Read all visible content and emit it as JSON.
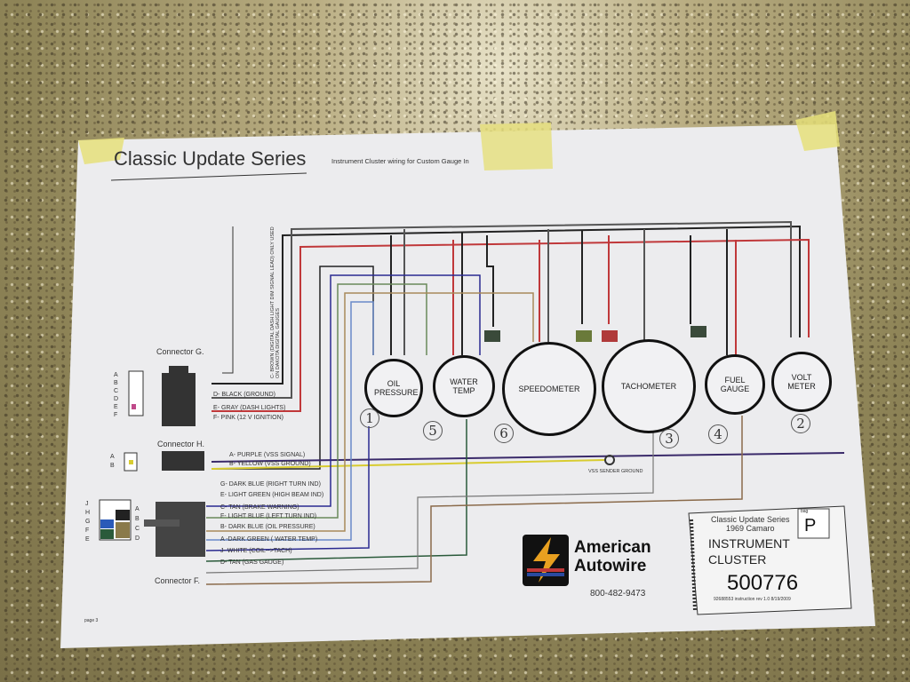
{
  "header": {
    "title": "Classic Update Series",
    "subtitle": "Instrument Cluster wiring for Custom Gauge In"
  },
  "vertical_note": "C- BROWN (DIGITAL DASH LIGHT DIM SIGNAL LEAD) ONLY USED ON DAKOTA DIGITAL GAUGES",
  "connectors": {
    "g": {
      "label": "Connector G.",
      "pins": [
        "A",
        "B",
        "C",
        "D",
        "E",
        "F"
      ],
      "wires": [
        "D- BLACK (GROUND)",
        "E- GRAY (DASH LIGHTS)",
        "F- PINK (12 V IGNITION)"
      ]
    },
    "h": {
      "label": "Connector H.",
      "pins": [
        "A",
        "B"
      ],
      "wires": [
        "A- PURPLE (VSS SIGNAL)",
        "B- YELLOW (VSS GROUND)"
      ]
    },
    "f": {
      "label": "Connector F.",
      "pins_left": [
        "J",
        "H",
        "G",
        "F",
        "E"
      ],
      "pins_right": [
        "A",
        "B",
        "C",
        "D"
      ],
      "wires": [
        "G- DARK BLUE (RIGHT TURN IND)",
        "E- LIGHT GREEN (HIGH BEAM IND)",
        "C- TAN (BRAKE WARNING)",
        "F- LIGHT BLUE (LEFT TURN IND)",
        "B- DARK BLUE (OIL PRESSURE)",
        "A -DARK GREEN ( WATER TEMP)",
        "J- WHITE (COIL-->TACH)",
        "D- TAN (GAS GAUGE)"
      ]
    }
  },
  "vss_ground": "VSS SENDER GROUND",
  "gauges": [
    {
      "name": "OIL PRESSURE",
      "number": "1"
    },
    {
      "name": "WATER TEMP",
      "number": "5"
    },
    {
      "name": "SPEEDOMETER",
      "number": "6"
    },
    {
      "name": "TACHOMETER",
      "number": "3"
    },
    {
      "name": "FUEL GAUGE",
      "number": "4"
    },
    {
      "name": "VOLT METER",
      "number": "2"
    }
  ],
  "brand": {
    "line1": "American",
    "line2": "Autowire",
    "phone": "800-482-9473"
  },
  "booklet": {
    "series": "Classic Update Series",
    "model": "1969 Camaro",
    "title1": "INSTRUMENT",
    "title2": "CLUSTER",
    "part": "500776",
    "bag_label": "bag",
    "bag": "P",
    "footer": "92688553 instruction   rev 1.0   8/19/2009"
  },
  "page": "page 3",
  "colors": {
    "paper": "#eeeef0",
    "tape": "#e6e07a",
    "red": "#c0383a",
    "blue": "#2a2a90",
    "yellow": "#d8cc30"
  }
}
